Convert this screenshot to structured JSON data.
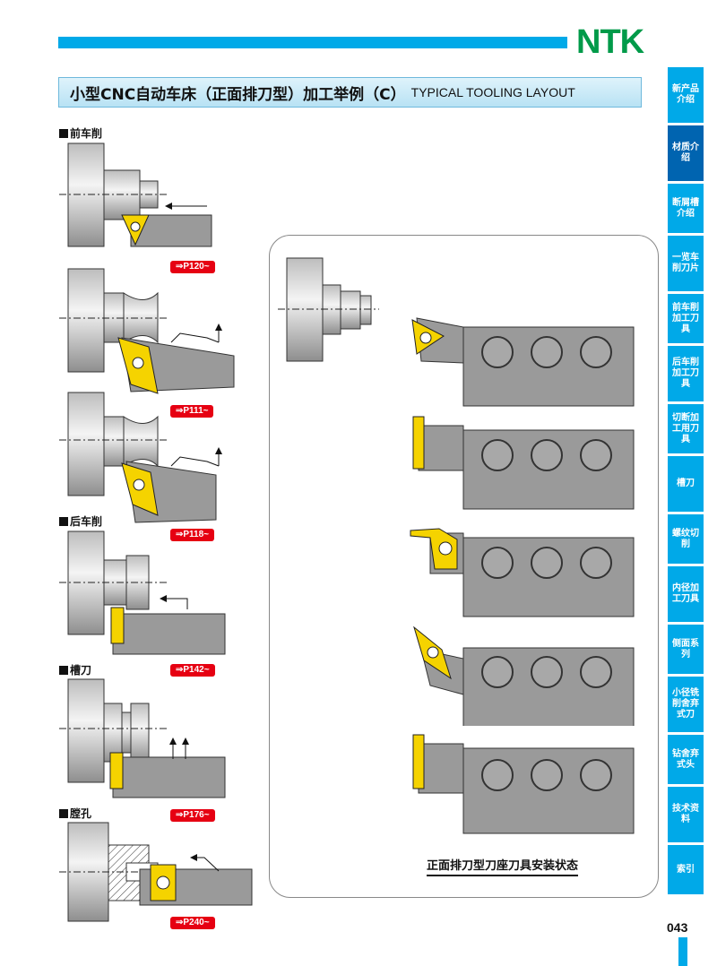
{
  "logo": "NTK",
  "title": {
    "cn": "小型CNC自动车床（正面排刀型）加工举例（C）",
    "en": "TYPICAL TOOLING LAYOUT"
  },
  "sections": {
    "front_turning": "前车削",
    "back_turning": "后车削",
    "grooving": "槽刀",
    "boring": "膛孔"
  },
  "refs": [
    "P120~",
    "P111~",
    "P118~",
    "P142~",
    "P176~",
    "P240~"
  ],
  "panel_caption": "正面排刀型刀座刀具安装状态",
  "sidebar_tabs": [
    {
      "label": "新产品介绍",
      "active": false
    },
    {
      "label": "材质介绍",
      "active": true
    },
    {
      "label": "断屑槽介绍",
      "active": false
    },
    {
      "label": "一览车削刀片",
      "active": false
    },
    {
      "label": "前车削加工刀具",
      "active": false
    },
    {
      "label": "后车削加工刀具",
      "active": false
    },
    {
      "label": "切断加工用刀具",
      "active": false
    },
    {
      "label": "槽刀",
      "active": false
    },
    {
      "label": "螺纹切削",
      "active": false
    },
    {
      "label": "内径加工刀具",
      "active": false
    },
    {
      "label": "侧面系列",
      "active": false
    },
    {
      "label": "小径铣削舍弃式刀",
      "active": false
    },
    {
      "label": "钻舍弃式头",
      "active": false
    },
    {
      "label": "技术资料",
      "active": false
    },
    {
      "label": "索引",
      "active": false
    }
  ],
  "page_number": "043",
  "colors": {
    "accent": "#00a9e8",
    "logo": "#009a49",
    "insert": "#f5d300",
    "holder": "#9a9a9a",
    "ref": "#e60012"
  }
}
